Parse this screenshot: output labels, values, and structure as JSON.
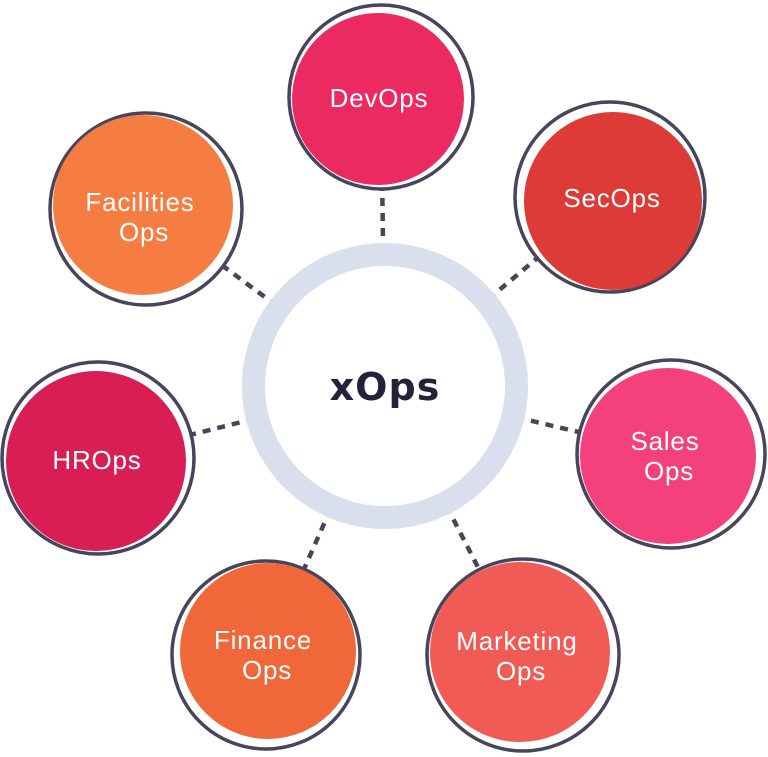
{
  "diagram": {
    "title": "xOps hub-and-spoke diagram",
    "center": {
      "label": "xOps",
      "ring_color": "#D9DFED",
      "text_color": "#242239"
    },
    "connector": {
      "color": "#47445C",
      "style": "dashed"
    },
    "outline_color": "#47445C",
    "label_color": "#FFFFFF",
    "nodes": [
      {
        "id": "devops",
        "lines": [
          "DevOps"
        ],
        "color": "#EC2A62"
      },
      {
        "id": "secops",
        "lines": [
          "SecOps"
        ],
        "color": "#DD3B37"
      },
      {
        "id": "sales-ops",
        "lines": [
          "Sales",
          "Ops"
        ],
        "color": "#F4417C"
      },
      {
        "id": "marketing-ops",
        "lines": [
          "Marketing",
          "Ops"
        ],
        "color": "#F15B55"
      },
      {
        "id": "finance-ops",
        "lines": [
          "Finance",
          "Ops"
        ],
        "color": "#F0683A"
      },
      {
        "id": "hrops",
        "lines": [
          "HROps"
        ],
        "color": "#D91E55"
      },
      {
        "id": "facilities-ops",
        "lines": [
          "Facilities",
          "Ops"
        ],
        "color": "#F57D42"
      }
    ]
  }
}
